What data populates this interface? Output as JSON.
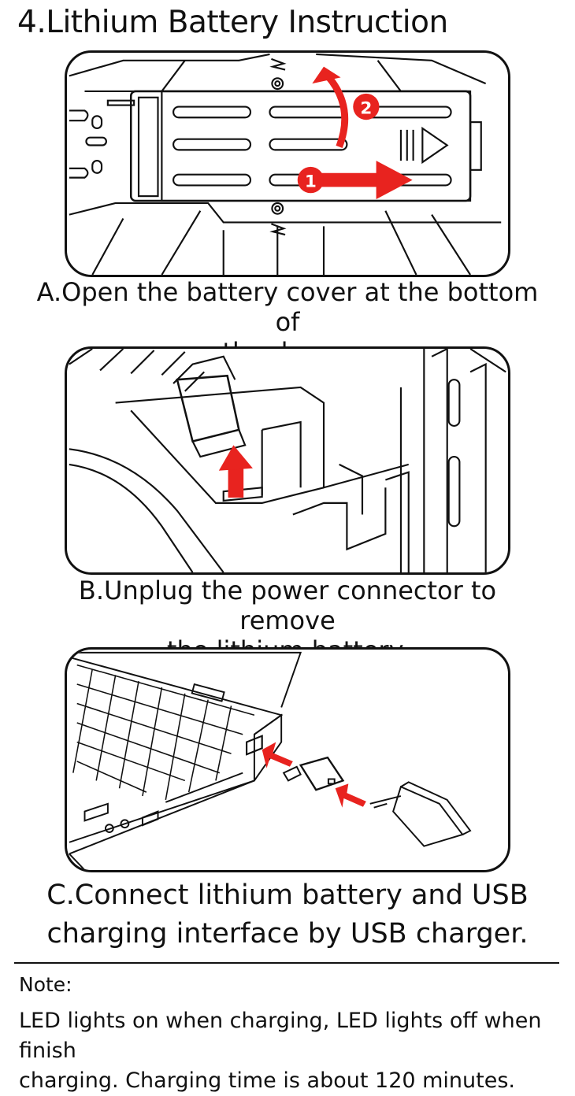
{
  "title": "4.Lithium Battery Instruction",
  "steps": [
    {
      "caption_line1": "A.Open the battery cover at the bottom of",
      "caption_line2": "the drone."
    },
    {
      "caption_line1": "B.Unplug the power connector to remove",
      "caption_line2": "the lithium battery."
    },
    {
      "caption_line1": "C.Connect lithium battery and USB",
      "caption_line2": "charging interface by USB charger."
    }
  ],
  "markers": {
    "one": "1",
    "two": "2"
  },
  "note": {
    "label": "Note:",
    "line1": "LED lights on when charging, LED lights off when finish",
    "line2": "charging. Charging time is about 120 minutes."
  },
  "colors": {
    "arrow_red": "#e8231f",
    "line": "#111111"
  },
  "icons": [
    "slide-arrow-icon",
    "lift-arrow-icon",
    "unplug-arrow-icon",
    "plug-arrow-icon"
  ]
}
